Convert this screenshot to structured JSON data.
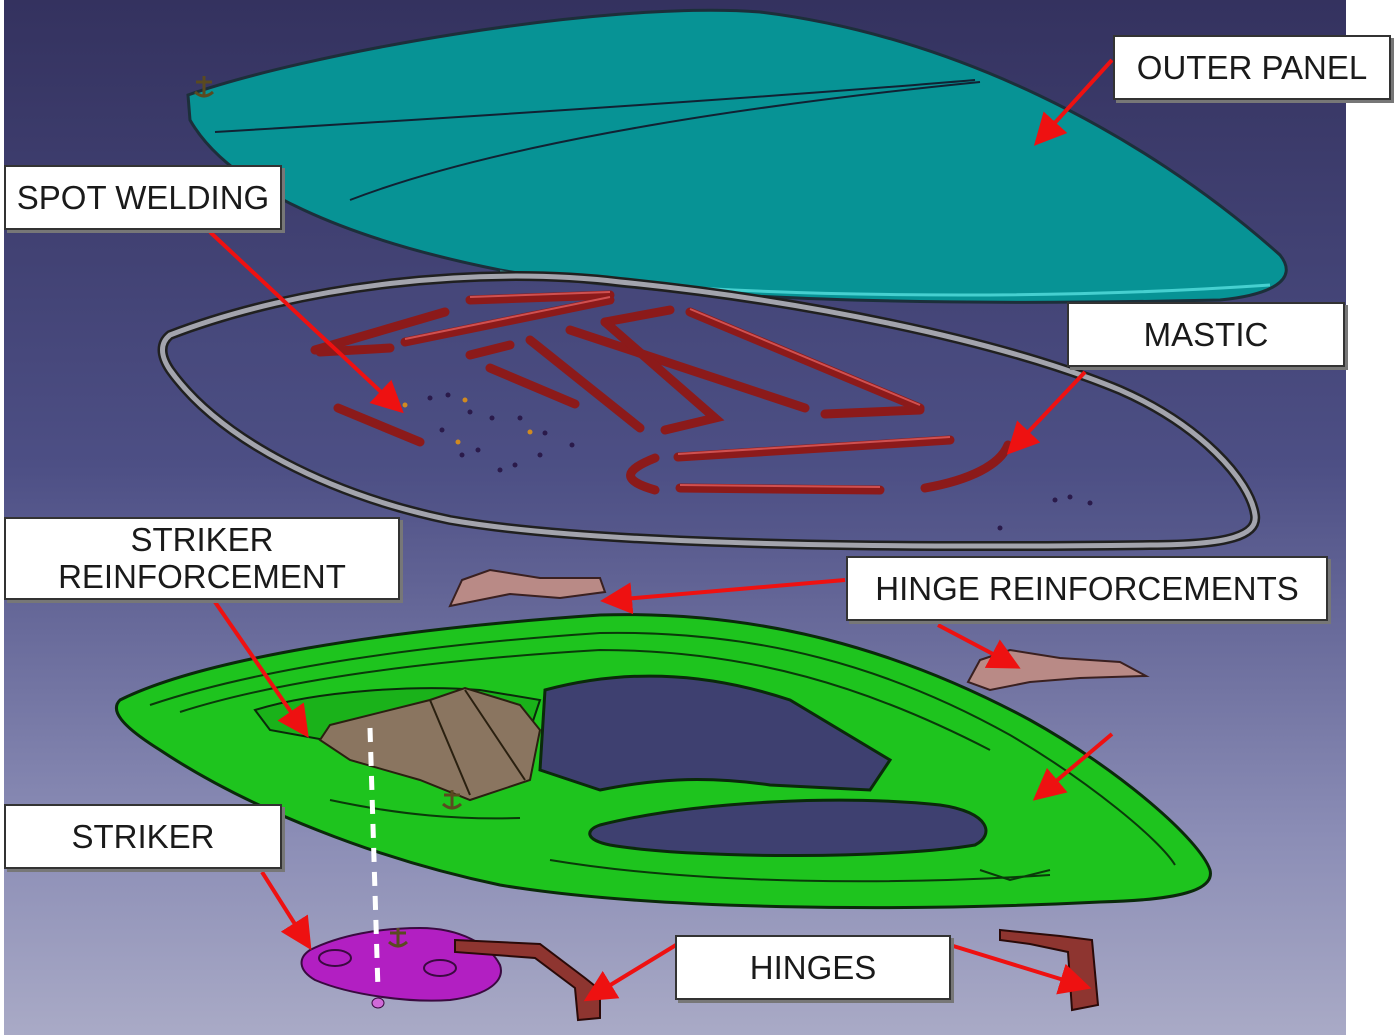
{
  "labels": {
    "outer_panel": "OUTER PANEL",
    "spot_welding": "SPOT WELDING",
    "mastic": "MASTIC",
    "striker_reinforcement_line1": "STRIKER",
    "striker_reinforcement_line2": "REINFORCEMENT",
    "hinge_reinforcements": "HINGE REINFORCEMENTS",
    "striker": "STRIKER",
    "hinges": "HINGES"
  },
  "colors": {
    "outer_panel": "#079395",
    "mastic_frame": "#a3a4ad",
    "mastic_bead": "#8c1a1a",
    "inner_panel": "#1ec41e",
    "hinge_reinforcement": "#b98a86",
    "striker_reinforcement": "#8a7560",
    "striker": "#b21fc2",
    "hinge": "#8e3530",
    "arrow": "#ee1111"
  }
}
